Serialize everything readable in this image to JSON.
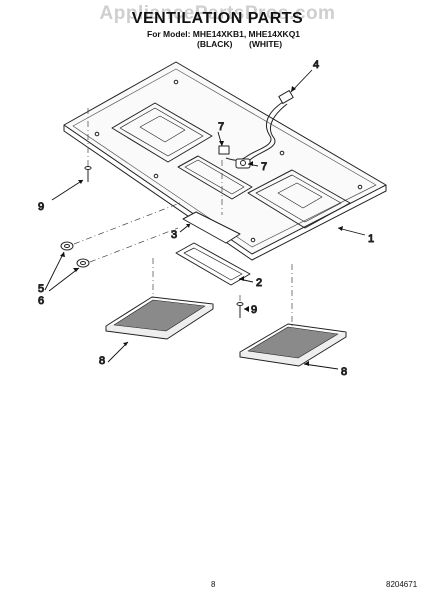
{
  "watermark": "AppliancePartsPros.com",
  "header": {
    "title": "VENTILATION PARTS",
    "model_line": "For Model: MHE14XKB1, MHE14XKQ1",
    "variants": [
      "(BLACK)",
      "(WHITE)"
    ]
  },
  "callouts": [
    "1",
    "2",
    "3",
    "4",
    "5",
    "6",
    "7",
    "7",
    "8",
    "8",
    "9",
    "9"
  ],
  "footer": {
    "page_number": "8",
    "document_number": "8204671"
  }
}
